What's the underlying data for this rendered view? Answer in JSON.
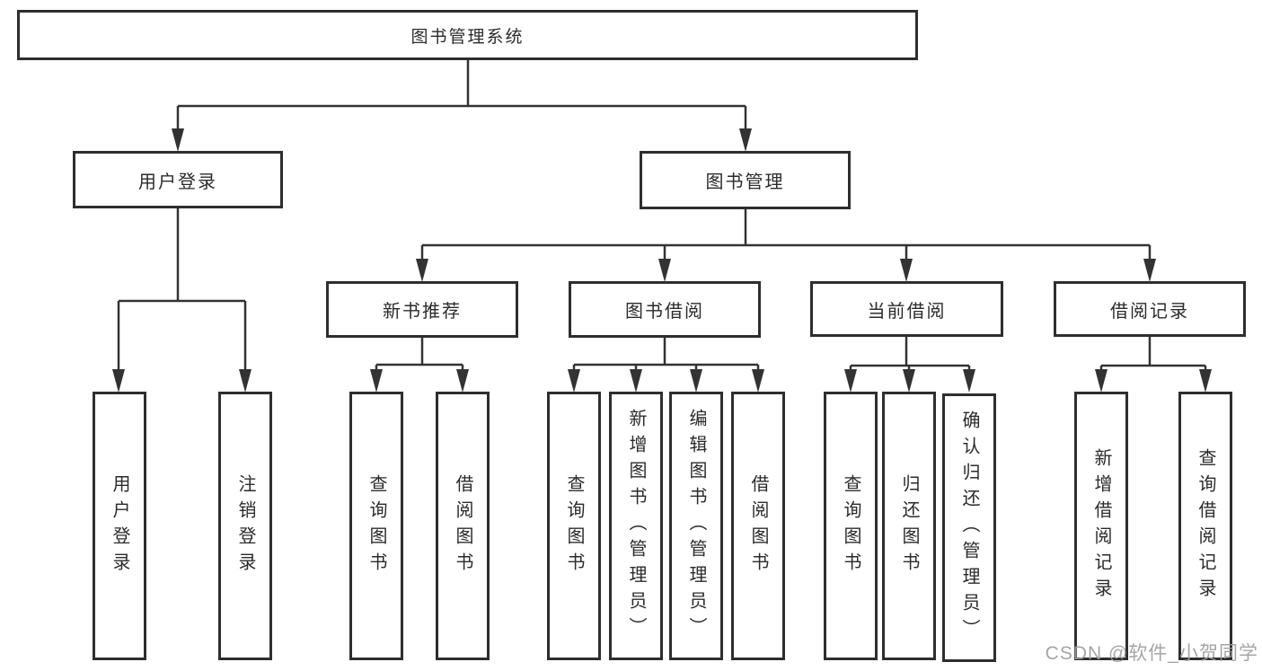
{
  "diagram_type": "hierarchy-tree",
  "tree": {
    "label": "图书管理系统",
    "children": [
      {
        "label": "用户登录",
        "children": [
          {
            "label": "用户登录"
          },
          {
            "label": "注销登录"
          }
        ]
      },
      {
        "label": "图书管理",
        "children": [
          {
            "label": "新书推荐",
            "children": [
              {
                "label": "查询图书"
              },
              {
                "label": "借阅图书"
              }
            ]
          },
          {
            "label": "图书借阅",
            "children": [
              {
                "label": "查询图书"
              },
              {
                "label": "新增图书（管理员）"
              },
              {
                "label": "编辑图书（管理员）"
              },
              {
                "label": "借阅图书"
              }
            ]
          },
          {
            "label": "当前借阅",
            "children": [
              {
                "label": "查询图书"
              },
              {
                "label": "归还图书"
              },
              {
                "label": "确认归还（管理员）"
              }
            ]
          },
          {
            "label": "借阅记录",
            "children": [
              {
                "label": "新增借阅记录"
              },
              {
                "label": "查询借阅记录"
              }
            ]
          }
        ]
      }
    ]
  },
  "watermark": {
    "text": "CSDN @软件_小贺同学"
  },
  "colors": {
    "background": "#ffffff",
    "line": "#333333",
    "box_border": "#2e2e2e",
    "text": "#2b2b2b",
    "watermark": "#9e9e9e"
  }
}
